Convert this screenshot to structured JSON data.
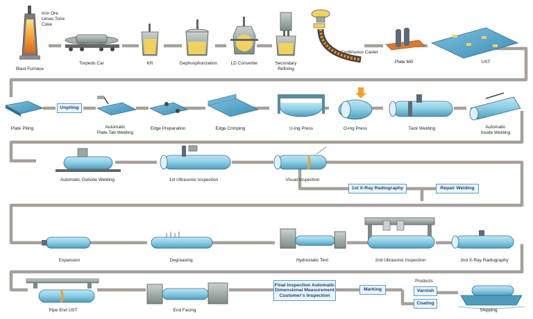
{
  "colors": {
    "connector": "#a6a09a",
    "pipe": "#8fd0e6",
    "pipe_dark": "#4f9dbd",
    "plate": "#56a6cb",
    "steel_yellow": "#f2d25e",
    "flame": "#f08a1e",
    "machine_grey": "#9aa7a2",
    "box_fill": "#e9f5fb",
    "box_border": "#5b9cc4",
    "box_text": "#1b3e78"
  },
  "row1": {
    "inputs": [
      "Iron Ore",
      "Limes Tone",
      "Coke"
    ],
    "blast_furnace": "Blast Furnace",
    "torpedo_car": "Torpedo Car",
    "kr": "KR",
    "dephosphorization": "Dephosphorization",
    "ld_converter": "LD Converter",
    "secondary_refining": [
      "Secondary",
      "Refining"
    ],
    "continuous_caster": "Continuous Caster",
    "plate_mill": "Plate Mill",
    "ust": "UST"
  },
  "row2": {
    "plate_piling": "Plate Piling",
    "unpiling": "Unpiling",
    "plate_tab_welding": [
      "Automatic",
      "Plate Tab Welding"
    ],
    "edge_preparation": "Edge Preparation",
    "edge_crimping": "Edge Crimping",
    "u_ing_press": "U-ing Press",
    "o_ing_press": "O-ing Press",
    "tack_welding": "Tack Welding",
    "inside_welding": [
      "Automatic",
      "Inside Welding"
    ]
  },
  "row3": {
    "outside_welding": "Automatic Outside Welding",
    "first_ultrasonic": "1st Ultrasonic Inspection",
    "visual_inspection": "Visual Inspection",
    "xray_1st": "1st X-Ray Radiography",
    "repair_welding": "Repair Welding"
  },
  "row4": {
    "expansion": "Expansion",
    "degreasing": "Degreasing",
    "hydrostatic_test": "Hydrostatic Test",
    "second_ultrasonic": "2nd Ultrasonic Inspection",
    "xray_2nd": "2nd X-Ray Radiography"
  },
  "row5": {
    "pipe_end_ust": "Pipe End UST",
    "end_facing": "End Facing",
    "final_inspection": [
      "Final Inspection Automatic",
      "Dimensional Measurement",
      "Customer's Inspection"
    ],
    "marking": "Marking",
    "products": "Products",
    "varnish": "Varnish",
    "coating": "Coating",
    "shipping": "Shipping"
  }
}
